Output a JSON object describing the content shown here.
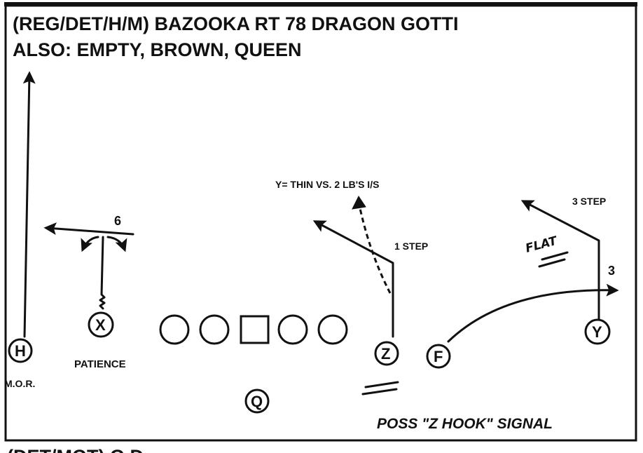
{
  "title": {
    "line1": "(REG/DET/H/M) BAZOOKA RT 78 DRAGON GOTTI",
    "line2": "ALSO: EMPTY, BROWN, QUEEN",
    "bottom_cut": "(DET/MOT) G D..."
  },
  "players": {
    "H": "H",
    "X": "X",
    "Z": "Z",
    "F": "F",
    "Y": "Y",
    "Q": "Q"
  },
  "labels": {
    "h_note": "M.O.R.",
    "x_note": "PATIENCE",
    "x_depth": "6",
    "y_read": "Y= THIN VS. 2 LB'S I/S",
    "z_step": "1 STEP",
    "y_step": "3 STEP",
    "f_depth": "3",
    "flat": "FLAT",
    "signal": "POSS \"Z HOOK\" SIGNAL"
  },
  "colors": {
    "ink": "#111111",
    "paper": "#ffffff"
  }
}
